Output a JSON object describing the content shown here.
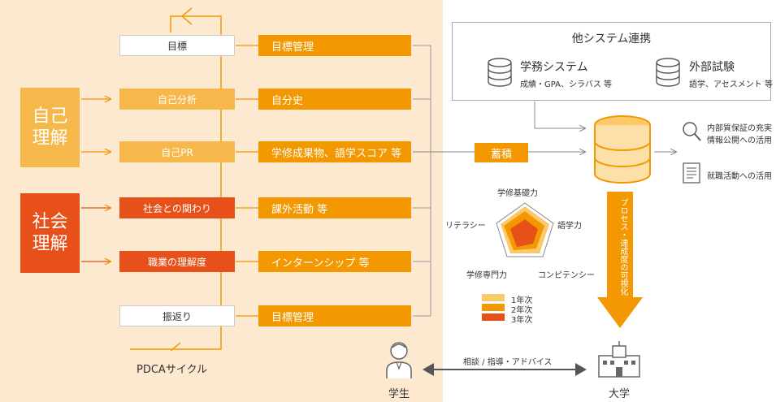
{
  "categories": {
    "self": "自己理解",
    "society": "社会理解"
  },
  "stages": [
    {
      "label": "目標",
      "activity": "目標管理",
      "style": "white"
    },
    {
      "label": "自己分析",
      "activity": "自分史",
      "style": "yellow"
    },
    {
      "label": "自己PR",
      "activity": "学修成果物、語学スコア 等",
      "style": "yellow"
    },
    {
      "label": "社会との関わり",
      "activity": "課外活動 等",
      "style": "red"
    },
    {
      "label": "職業の理解度",
      "activity": "インターンシップ 等",
      "style": "red"
    },
    {
      "label": "振返り",
      "activity": "目標管理",
      "style": "white"
    }
  ],
  "cycle_label": "PDCAサイクル",
  "accumulate_label": "蓄積",
  "other_systems": {
    "title": "他システム連携",
    "academic": {
      "name": "学務システム",
      "detail": "成績・GPA、シラバス 等"
    },
    "external": {
      "name": "外部試験",
      "detail": "語学、アセスメント 等"
    }
  },
  "outputs": [
    {
      "label": "内部質保証の充実\n情報公開への活用",
      "icon": "magnifier-icon"
    },
    {
      "label": "就職活動への活用",
      "icon": "document-icon"
    }
  ],
  "visualize_label": "プロセス・達成度の可視化",
  "radar": {
    "axes": [
      "学修基礎力",
      "語学力",
      "コンピテンシー",
      "学修専門力",
      "リテラシー"
    ]
  },
  "legend": [
    {
      "label": "1年次",
      "color": "#fbc86a"
    },
    {
      "label": "2年次",
      "color": "#f39800"
    },
    {
      "label": "3年次",
      "color": "#e8501a"
    }
  ],
  "student_label": "学生",
  "university_label": "大学",
  "consult_label": "相談 / 指導・アドバイス",
  "colors": {
    "orange": "#f39800",
    "yellow": "#f7b84b",
    "red": "#e8501a",
    "bg": "#fde8d0"
  }
}
